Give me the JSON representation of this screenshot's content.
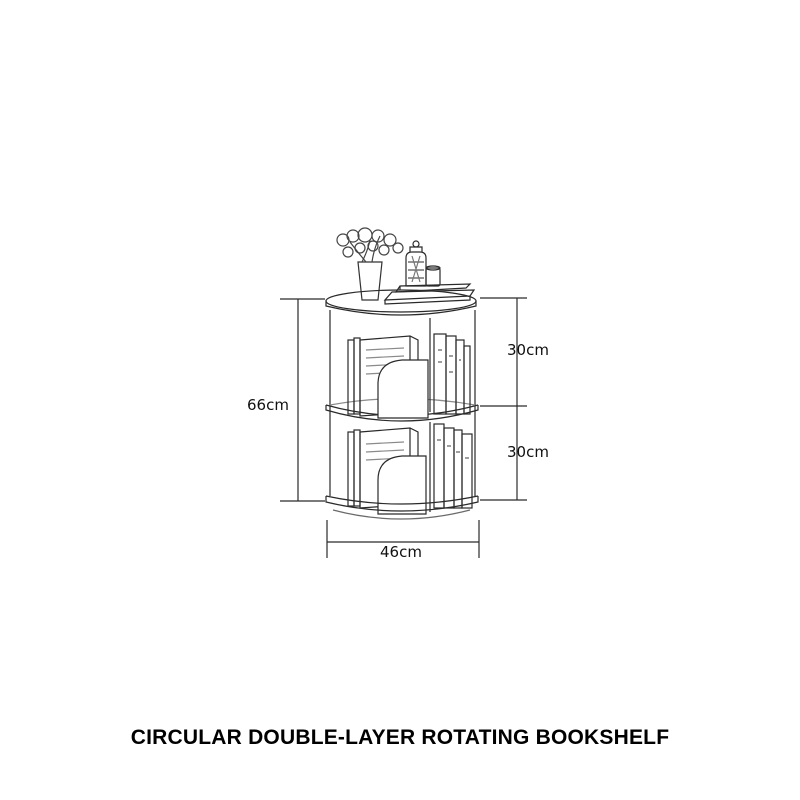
{
  "product": {
    "title": "CIRCULAR DOUBLE-LAYER ROTATING BOOKSHELF"
  },
  "dimensions": {
    "total_height": "66cm",
    "upper_layer_height": "30cm",
    "lower_layer_height": "30cm",
    "diameter": "46cm"
  },
  "colors": {
    "line": "#2a2a2a",
    "light_line": "#6a6a6a",
    "background": "#ffffff"
  }
}
